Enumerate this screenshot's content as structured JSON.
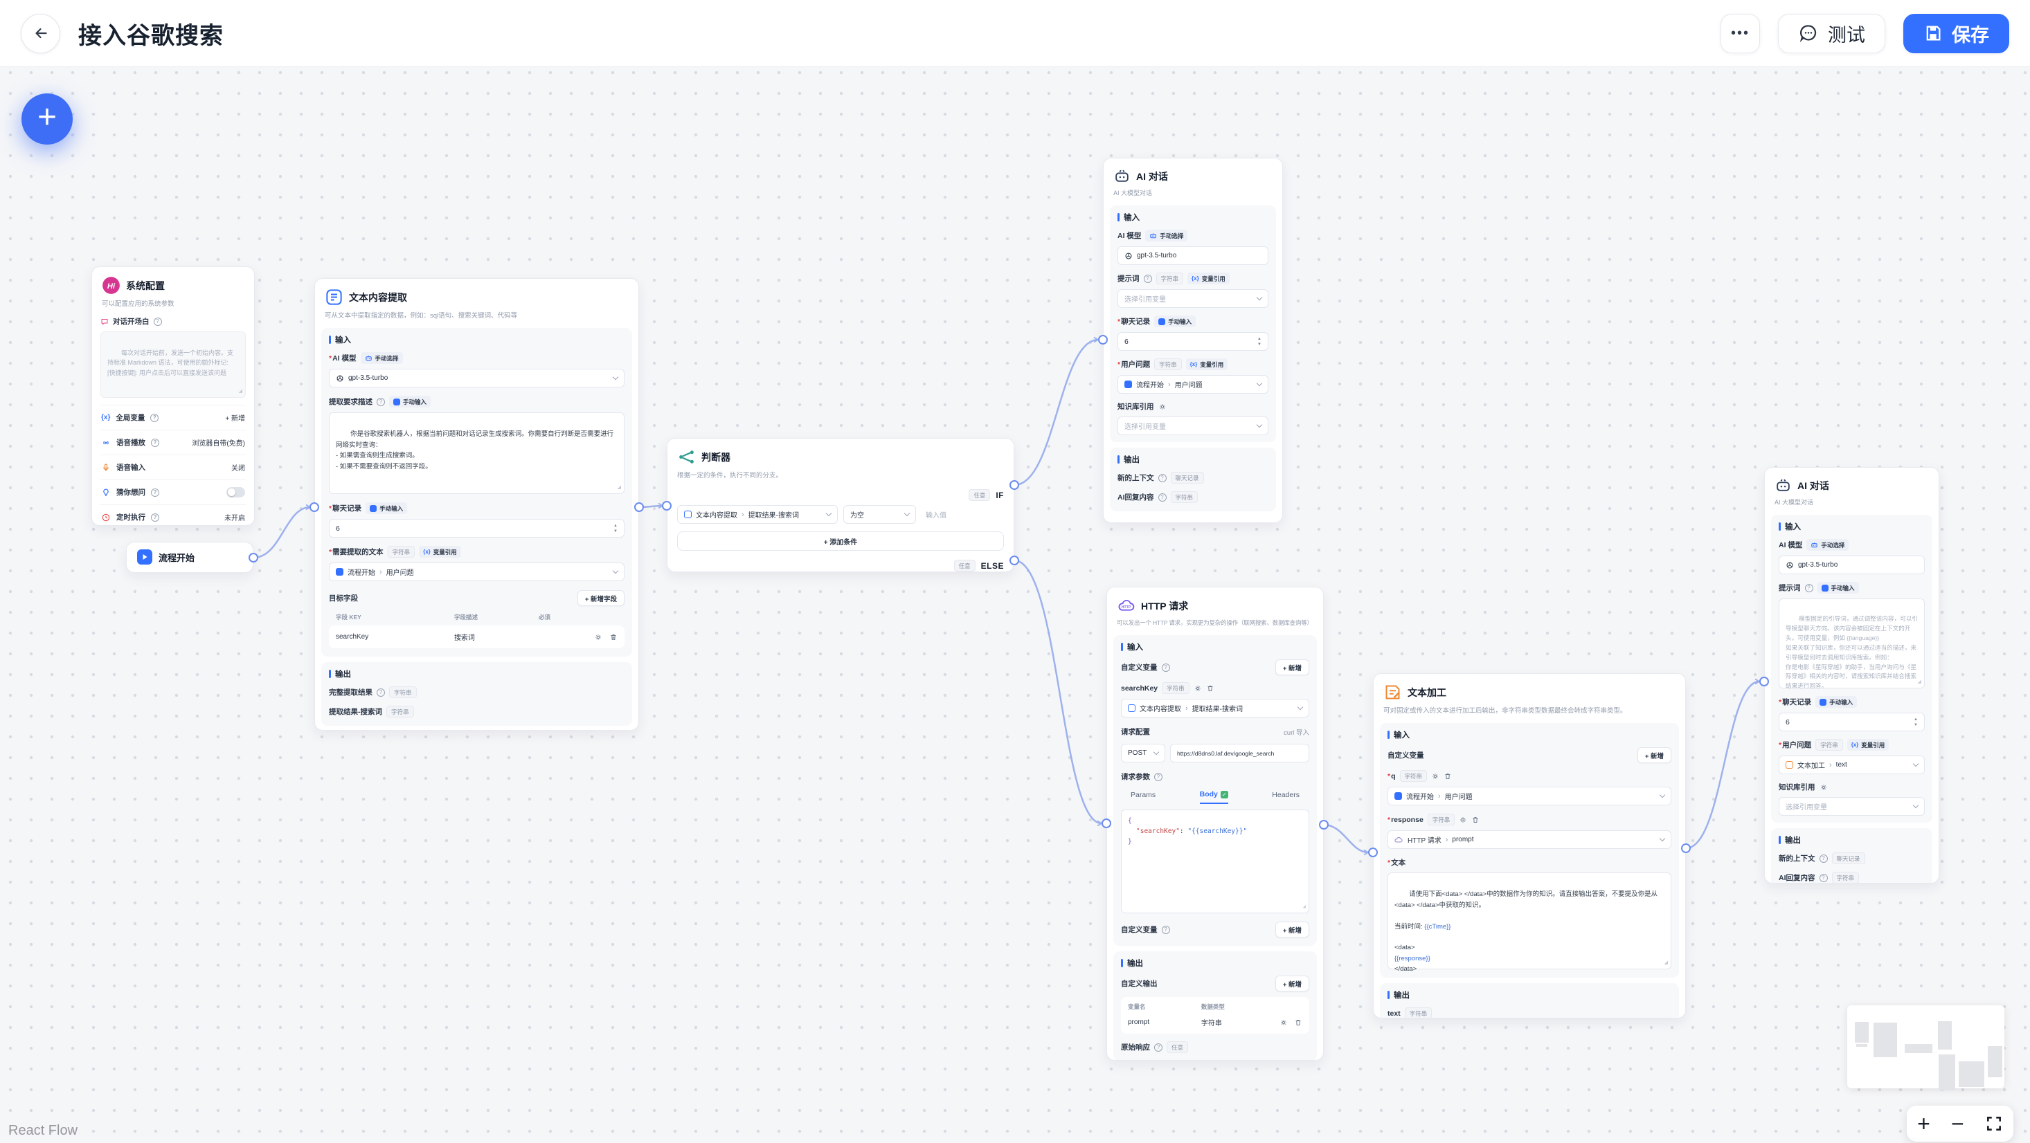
{
  "header": {
    "title": "接入谷歌搜索",
    "test": "测试",
    "save": "保存"
  },
  "icons": {
    "help": "?",
    "more": "•••",
    "crumb": "›",
    "up": "▲",
    "down": "▼",
    "var_badge": "{x}",
    "check": "✓",
    "corner": "◢",
    "plus": "+",
    "minus": "−",
    "hi": "Hi"
  },
  "attribution": "React Flow",
  "common": {
    "input": "输入",
    "output": "输出",
    "ai_model": "AI 模型",
    "model": "gpt-3.5-turbo",
    "manual_select": "手动选择",
    "manual_input": "手动输入",
    "var_ref": "变量引用",
    "string": "字符串",
    "any": "任意",
    "history_badge": "聊天记录",
    "history_count": "6",
    "chat_history": "聊天记录",
    "user_question": "用户问题",
    "prompt": "提示词",
    "kb_ref": "知识库引用",
    "select_var": "选择引用变量",
    "new_context": "新的上下文",
    "ai_reply": "AI回复内容",
    "custom_var": "自定义变量",
    "add": "+ 新增",
    "flow_start": "流程开始"
  },
  "system": {
    "title": "系统配置",
    "subtitle": "可以配置应用的系统参数",
    "opening": "对话开场白",
    "opening_ph": "每次对话开始前，发送一个初始内容。支持标准 Markdown 语法，可使用的额外标记:\n[快捷按键]: 用户点击后可以直接发送该问题",
    "rows": [
      {
        "label": "全局变量",
        "value": "+ 新增"
      },
      {
        "label": "语音播放",
        "value": "浏览器自带(免费)"
      },
      {
        "label": "语音输入",
        "value": "关闭"
      },
      {
        "label": "猜你想问",
        "value": ""
      },
      {
        "label": "定时执行",
        "value": "未开启"
      }
    ]
  },
  "start": {
    "title": "流程开始"
  },
  "extract": {
    "title": "文本内容提取",
    "subtitle": "可从文本中提取指定的数据，例如：sql语句、搜索关键词、代码等",
    "desc_label": "提取要求描述",
    "desc_text": "你是谷歌搜索机器人，根据当前问题和对话记录生成搜索词。你需要自行判断是否需要进行网络实时查询：\n- 如果需查询则生成搜索词。\n- 如果不需要查询则不返回字段。",
    "text_label": "需要提取的文本",
    "source": "流程开始",
    "source_field": "用户问题",
    "target_fields": "目标字段",
    "add_field": "+ 新增字段",
    "col_key": "字段 KEY",
    "col_desc": "字段描述",
    "col_req": "必须",
    "field_key": "searchKey",
    "field_desc": "搜索词",
    "out_full": "完整提取结果",
    "out_search": "提取结果-搜索词"
  },
  "classifier": {
    "title": "判断器",
    "subtitle": "根据一定的条件，执行不同的分支。",
    "if_label": "IF",
    "else_label": "ELSE",
    "cond_source": "文本内容提取",
    "cond_field": "提取结果-搜索词",
    "op": "为空",
    "value_ph": "输入值",
    "add_condition": "+ 添加条件"
  },
  "ai_top": {
    "title": "AI 对话",
    "subtitle": "AI 大模型对话",
    "q_source": "流程开始",
    "q_field": "用户问题"
  },
  "http": {
    "title": "HTTP 请求",
    "subtitle": "可以发出一个 HTTP 请求，实现更为复杂的操作（联网搜索、数据库查询等）",
    "var_name": "searchKey",
    "var_source": "文本内容提取",
    "var_field": "提取结果-搜索词",
    "req_config": "请求配置",
    "curl_import": "curl 导入",
    "method": "POST",
    "url": "https://d8dns0.laf.dev/google_search",
    "req_params": "请求参数",
    "tab_params": "Params",
    "tab_body": "Body",
    "tab_headers": "Headers",
    "code_open": "{",
    "code_key": "\"searchKey\"",
    "code_sep": ": ",
    "code_value": "\"{{searchKey}}\"",
    "code_close": "}",
    "custom_output": "自定义输出",
    "col_var": "变量名",
    "col_type": "数据类型",
    "out_name": "prompt",
    "out_type": "字符串",
    "raw_response": "原始响应"
  },
  "editor": {
    "title": "文本加工",
    "subtitle": "可对固定或传入的文本进行加工后输出，非字符串类型数据最终会转成字符串类型。",
    "v1": "q",
    "v1_source": "流程开始",
    "v1_field": "用户问题",
    "v2": "response",
    "v2_source": "HTTP 请求",
    "v2_field": "prompt",
    "text_label": "文本",
    "t1": "请使用下面<data> </data>中的数据作为你的知识。请直接输出答案，不要提及你是从<data> </data>中获取的知识。",
    "t2": "当前时间: ",
    "t2v": "{{cTime}}",
    "t3": "<data>",
    "t3v": "{{response}}",
    "t4": "</data>",
    "out_name": "text"
  },
  "ai_right": {
    "title": "AI 对话",
    "subtitle": "AI 大模型对话",
    "prompt_ph": "模型固定的引导词，通过调整该内容，可以引导模型聊天方向。该内容会被固定在上下文的开头。可使用变量，例如 {{language}}\n如果关联了知识库，你还可以通过适当的描述，来引导模型何时去调用知识库搜索。例如：\n你是电影《星际穿越》的助手，当用户询问与《星际穿越》相关的内容时，请搜索知识库并结合搜索结果进行回答。",
    "q_source": "文本加工",
    "q_field": "text"
  }
}
